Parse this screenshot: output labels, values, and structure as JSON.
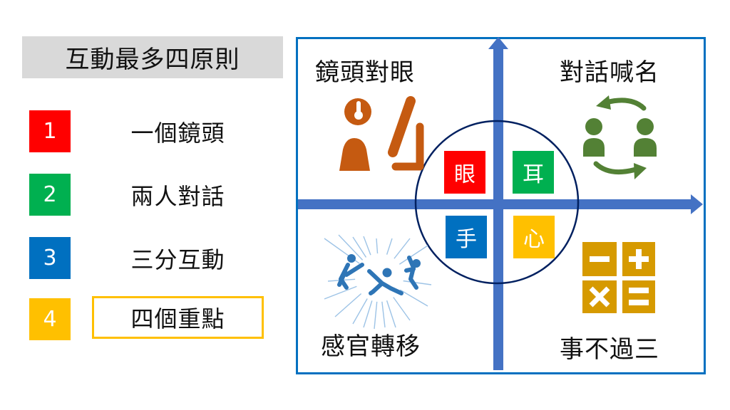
{
  "title": "互動最多四原則",
  "principles": [
    {
      "number": "1",
      "label": "一個鏡頭",
      "color": "#ff0000"
    },
    {
      "number": "2",
      "label": "兩人對話",
      "color": "#00b050"
    },
    {
      "number": "3",
      "label": "三分互動",
      "color": "#0070c0"
    },
    {
      "number": "4",
      "label": "四個重點",
      "color": "#ffc000",
      "highlighted": true
    }
  ],
  "quadrants": {
    "top_left": {
      "title": "鏡頭對眼",
      "icon": "person-at-camera-icon",
      "icon_color": "#c55a11"
    },
    "top_right": {
      "title": "對話喊名",
      "icon": "conversation-exchange-icon",
      "icon_color": "#538135"
    },
    "bottom_left": {
      "title": "感官轉移",
      "icon": "burst-figures-icon",
      "icon_color": "#2e75b6"
    },
    "bottom_right": {
      "title": "事不過三",
      "icon": "calculator-symbols-icon",
      "icon_color": "#d69a00"
    }
  },
  "senses": [
    {
      "label": "眼",
      "color": "#ff0000"
    },
    {
      "label": "耳",
      "color": "#00b050"
    },
    {
      "label": "手",
      "color": "#0070c0"
    },
    {
      "label": "心",
      "color": "#ffc000"
    }
  ],
  "colors": {
    "axis": "#4472c4",
    "frame": "#0070c0",
    "circle": "#002060",
    "title_bg": "#d9d9d9"
  }
}
